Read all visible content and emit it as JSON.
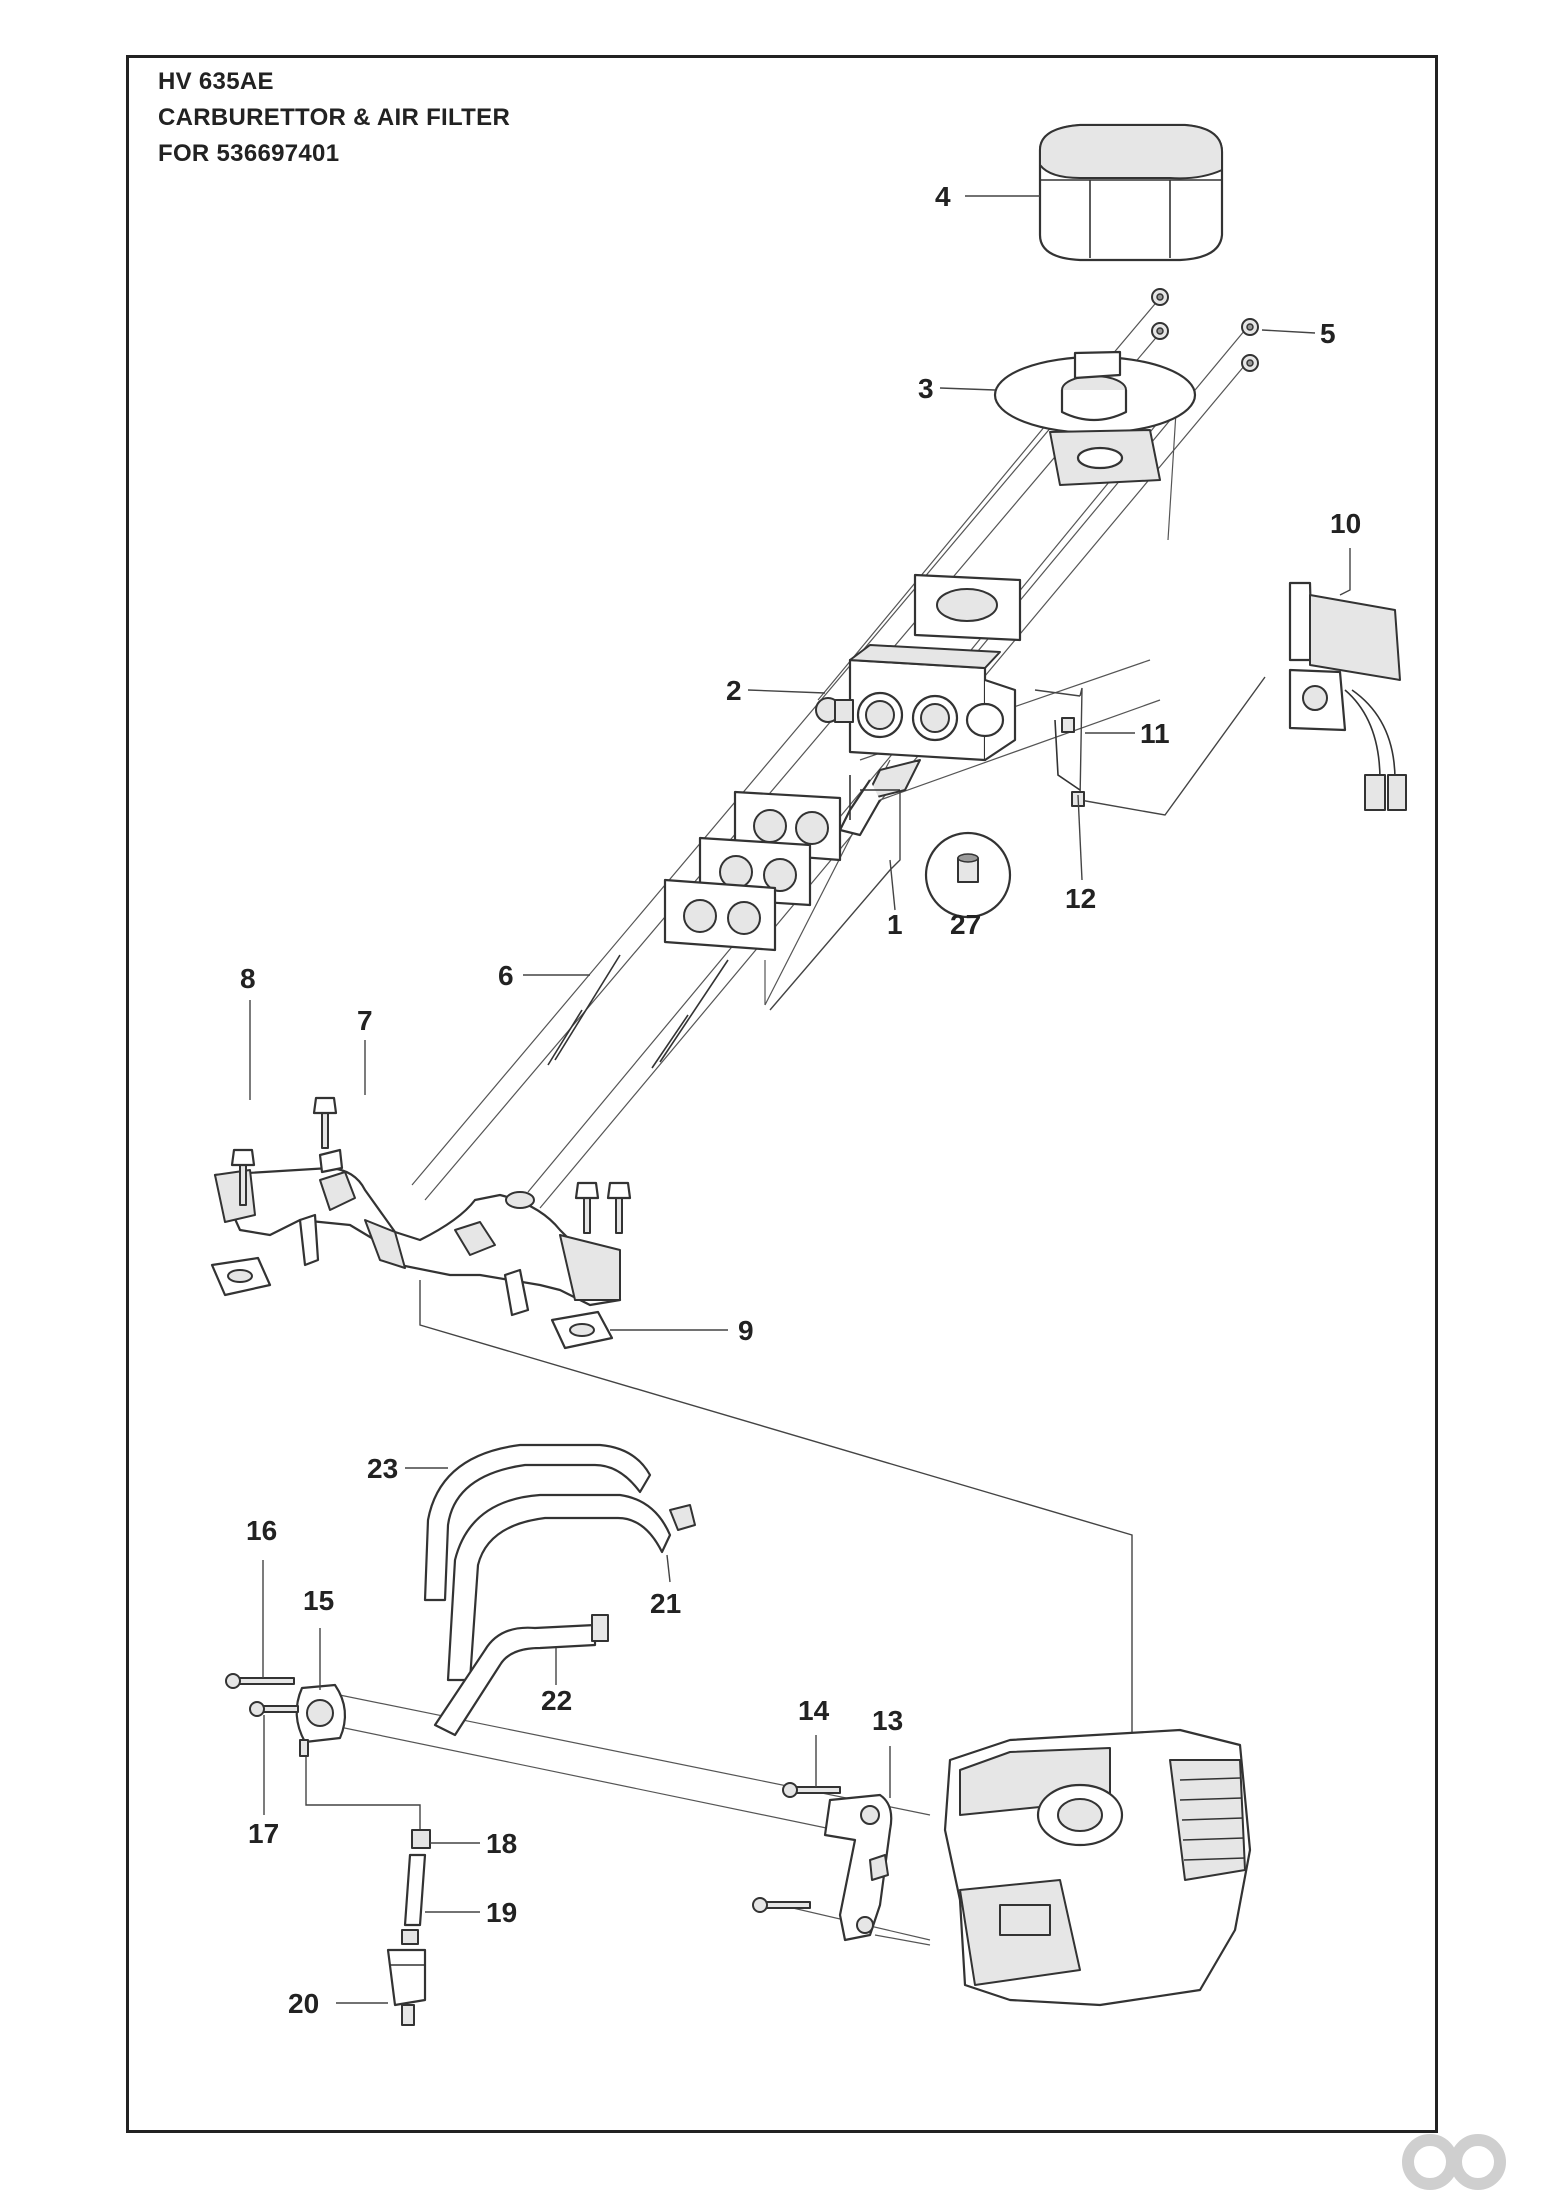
{
  "header": {
    "model": "HV 635AE",
    "section": "CARBURETTOR & AIR FILTER",
    "for_part": "FOR 536697401"
  },
  "callouts": [
    "4",
    "5",
    "3",
    "10",
    "2",
    "11",
    "27",
    "1",
    "12",
    "8",
    "7",
    "6",
    "9",
    "23",
    "16",
    "21",
    "15",
    "22",
    "14",
    "13",
    "17",
    "18",
    "19",
    "20"
  ]
}
